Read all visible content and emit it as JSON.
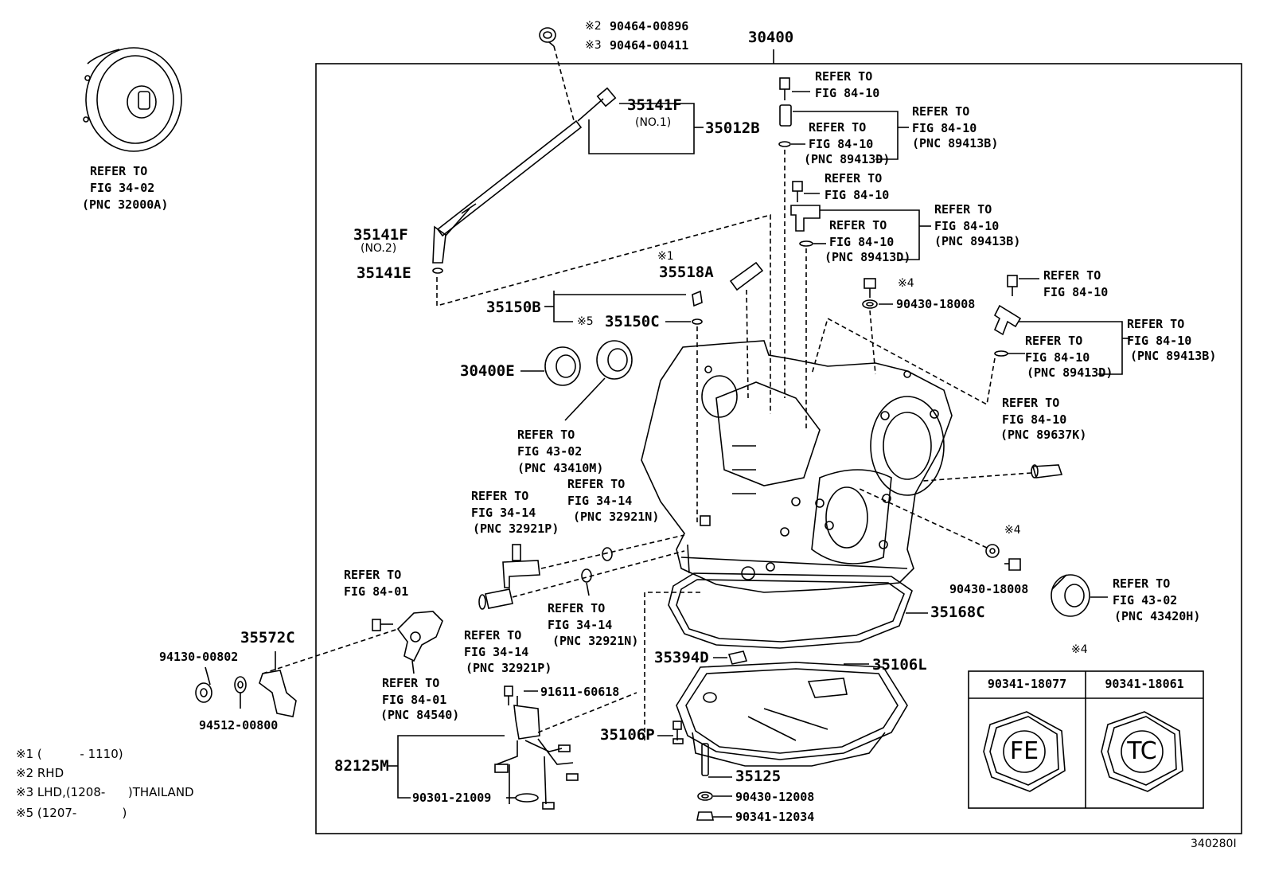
{
  "refer_to": "REFER TO",
  "refs": {
    "fig_34_02": "FIG 34-02",
    "pnc_32000a": "(PNC 32000A)",
    "fig_84_10": "FIG 84-10",
    "pnc_89413b": "(PNC 89413B)",
    "pnc_89413d": "(PNC 89413D)",
    "pnc_89637k": "(PNC 89637K)",
    "fig_43_02": "FIG 43-02",
    "pnc_43410m": "(PNC 43410M)",
    "pnc_43420h": "(PNC 43420H)",
    "fig_34_14": "FIG 34-14",
    "pnc_32921p": "(PNC 32921P)",
    "pnc_32921n": "(PNC 32921N)",
    "fig_84_01": "FIG 84-01",
    "pnc_84540": "(PNC 84540)"
  },
  "parts": {
    "p30400": "30400",
    "p35141f": "35141F",
    "no1": "(NO.1)",
    "no2": "(NO.2)",
    "p35012b": "35012B",
    "p35141e": "35141E",
    "p35518a": "35518A",
    "p35150b": "35150B",
    "p35150c": "35150C",
    "p30400e": "30400E",
    "p90430_18008": "90430-18008",
    "p35572c": "35572C",
    "p94130_00802": "94130-00802",
    "p94512_00800": "94512-00800",
    "p35168c": "35168C",
    "p35394d": "35394D",
    "p35106l": "35106L",
    "p91611_60618": "91611-60618",
    "p35106p": "35106P",
    "p82125m": "82125M",
    "p35125": "35125",
    "p90430_12008": "90430-12008",
    "p90301_21009": "90301-21009",
    "p90341_12034": "90341-12034",
    "p90464_00896": "90464-00896",
    "p90464_00411": "90464-00411"
  },
  "marks": {
    "m1": "※1",
    "m2": "※2",
    "m3": "※3",
    "m4": "※4",
    "m5": "※5"
  },
  "notes": {
    "n1": "※1 (          - 1110)",
    "n2": "※2 RHD",
    "n3": "※3 LHD,(1208-      )THAILAND",
    "n5": "※5 (1207-            )"
  },
  "plug_table": {
    "mark": "※4",
    "col1": "90341-18077",
    "col2": "90341-18061",
    "hex1": "FE",
    "hex2": "TC"
  },
  "diagram_code": "340280I"
}
